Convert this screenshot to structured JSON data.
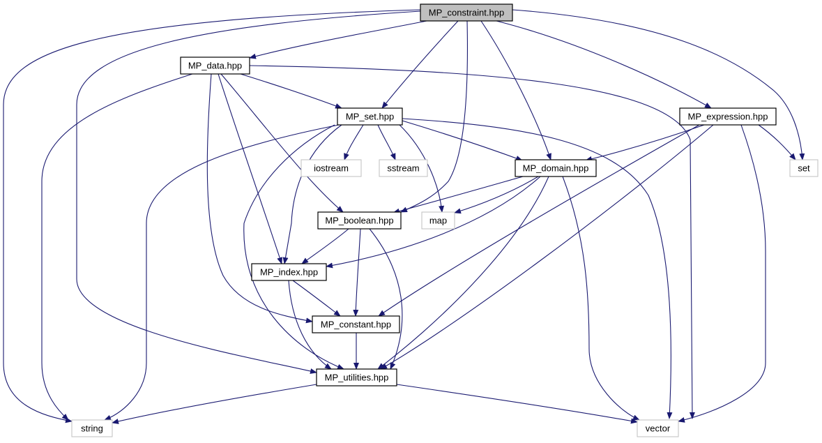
{
  "colors": {
    "edge": "#191970",
    "focus_fill": "#bfbfbf",
    "node_border": "#000000",
    "external_border": "#bfbfbf",
    "text": "#000000"
  },
  "nodes": [
    {
      "id": "constraint",
      "label": "MP_constraint.hpp",
      "kind": "focus"
    },
    {
      "id": "data",
      "label": "MP_data.hpp",
      "kind": "header"
    },
    {
      "id": "set_hpp",
      "label": "MP_set.hpp",
      "kind": "header"
    },
    {
      "id": "expression",
      "label": "MP_expression.hpp",
      "kind": "header"
    },
    {
      "id": "iostream",
      "label": "iostream",
      "kind": "external"
    },
    {
      "id": "sstream",
      "label": "sstream",
      "kind": "external"
    },
    {
      "id": "domain",
      "label": "MP_domain.hpp",
      "kind": "header"
    },
    {
      "id": "set",
      "label": "set",
      "kind": "external"
    },
    {
      "id": "boolean",
      "label": "MP_boolean.hpp",
      "kind": "header"
    },
    {
      "id": "map",
      "label": "map",
      "kind": "external"
    },
    {
      "id": "index",
      "label": "MP_index.hpp",
      "kind": "header"
    },
    {
      "id": "constant",
      "label": "MP_constant.hpp",
      "kind": "header"
    },
    {
      "id": "utilities",
      "label": "MP_utilities.hpp",
      "kind": "header"
    },
    {
      "id": "string",
      "label": "string",
      "kind": "external"
    },
    {
      "id": "vector",
      "label": "vector",
      "kind": "external"
    }
  ],
  "edges": [
    [
      "constraint",
      "string"
    ],
    [
      "constraint",
      "utilities"
    ],
    [
      "constraint",
      "data"
    ],
    [
      "constraint",
      "set_hpp"
    ],
    [
      "constraint",
      "boolean"
    ],
    [
      "constraint",
      "domain"
    ],
    [
      "constraint",
      "expression"
    ],
    [
      "constraint",
      "set"
    ],
    [
      "data",
      "string"
    ],
    [
      "data",
      "set_hpp"
    ],
    [
      "data",
      "constant"
    ],
    [
      "data",
      "index"
    ],
    [
      "data",
      "boolean"
    ],
    [
      "data",
      "vector"
    ],
    [
      "set_hpp",
      "iostream"
    ],
    [
      "set_hpp",
      "sstream"
    ],
    [
      "set_hpp",
      "map"
    ],
    [
      "set_hpp",
      "domain"
    ],
    [
      "set_hpp",
      "index"
    ],
    [
      "set_hpp",
      "utilities"
    ],
    [
      "set_hpp",
      "string"
    ],
    [
      "set_hpp",
      "vector"
    ],
    [
      "expression",
      "domain"
    ],
    [
      "expression",
      "set"
    ],
    [
      "expression",
      "constant"
    ],
    [
      "expression",
      "utilities"
    ],
    [
      "expression",
      "vector"
    ],
    [
      "domain",
      "boolean"
    ],
    [
      "domain",
      "map"
    ],
    [
      "domain",
      "index"
    ],
    [
      "domain",
      "utilities"
    ],
    [
      "domain",
      "vector"
    ],
    [
      "boolean",
      "index"
    ],
    [
      "boolean",
      "constant"
    ],
    [
      "boolean",
      "utilities"
    ],
    [
      "index",
      "constant"
    ],
    [
      "index",
      "utilities"
    ],
    [
      "constant",
      "utilities"
    ],
    [
      "utilities",
      "string"
    ],
    [
      "utilities",
      "vector"
    ]
  ]
}
